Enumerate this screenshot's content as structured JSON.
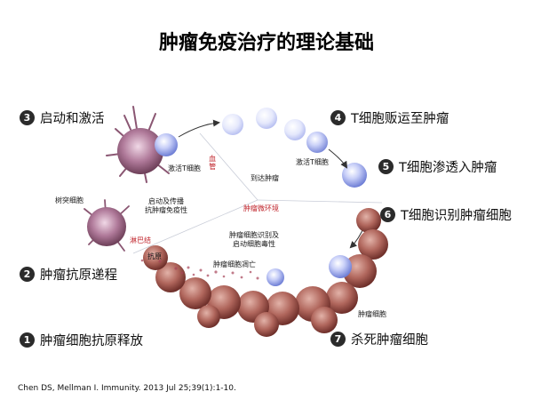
{
  "title": "肿瘤免疫治疗的理论基础",
  "steps": [
    {
      "num": "1",
      "label": "肿瘤细胞抗原释放"
    },
    {
      "num": "2",
      "label": "肿瘤抗原递程"
    },
    {
      "num": "3",
      "label": "启动和激活"
    },
    {
      "num": "4",
      "label": "T细胞贩运至肿瘤"
    },
    {
      "num": "5",
      "label": "T细胞渗透入肿瘤"
    },
    {
      "num": "6",
      "label": "T细胞识别肿瘤细胞"
    },
    {
      "num": "7",
      "label": "杀死肿瘤细胞"
    }
  ],
  "diagram_labels": {
    "activated_t_cell_1": "激活T细胞",
    "dendritic_cell": "树突细胞",
    "priming": "启动及传播\n抗肿瘤免疫性",
    "lymph_node": "淋巴结",
    "antigen": "抗原",
    "blood_vessel": "血管",
    "reach_tumor": "到达肿瘤",
    "activated_t_cell_2": "激活T细胞",
    "tumor_microenvironment": "肿瘤微环境",
    "recognition_cytotoxicity": "肿瘤细胞识别及\n启动细胞毒性",
    "tumor_cell_death": "肿瘤细胞凋亡",
    "tumor_cell": "肿瘤细胞"
  },
  "citation": "Chen DS, Mellman I. Immunity. 2013 Jul 25;39(1):1-10.",
  "colors": {
    "t_cell": "#a9b3f0",
    "tumor": "#b0665c",
    "dendritic": "#b07a9a",
    "red_label": "#c0262d",
    "number_badge": "#2b2b2b"
  }
}
